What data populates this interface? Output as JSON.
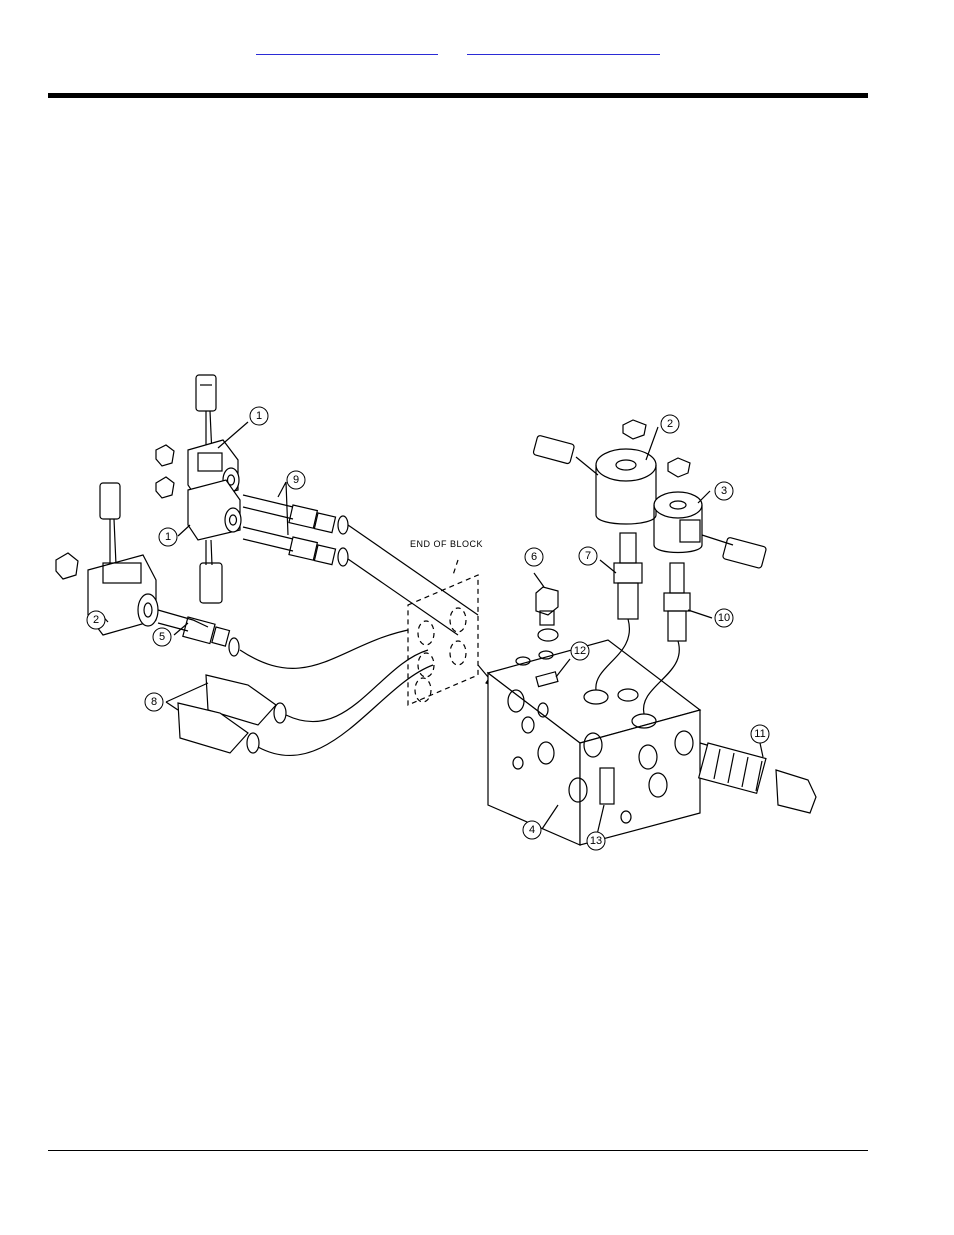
{
  "header": {
    "links": [
      "",
      ""
    ]
  },
  "diagram": {
    "annotation": "END OF BLOCK",
    "callouts": [
      "1",
      "1",
      "2",
      "2",
      "3",
      "4",
      "5",
      "6",
      "7",
      "8",
      "9",
      "10",
      "11",
      "12",
      "13"
    ]
  },
  "colors": {
    "link": "#2b2bd6",
    "rule": "#000000",
    "line": "#000000"
  }
}
